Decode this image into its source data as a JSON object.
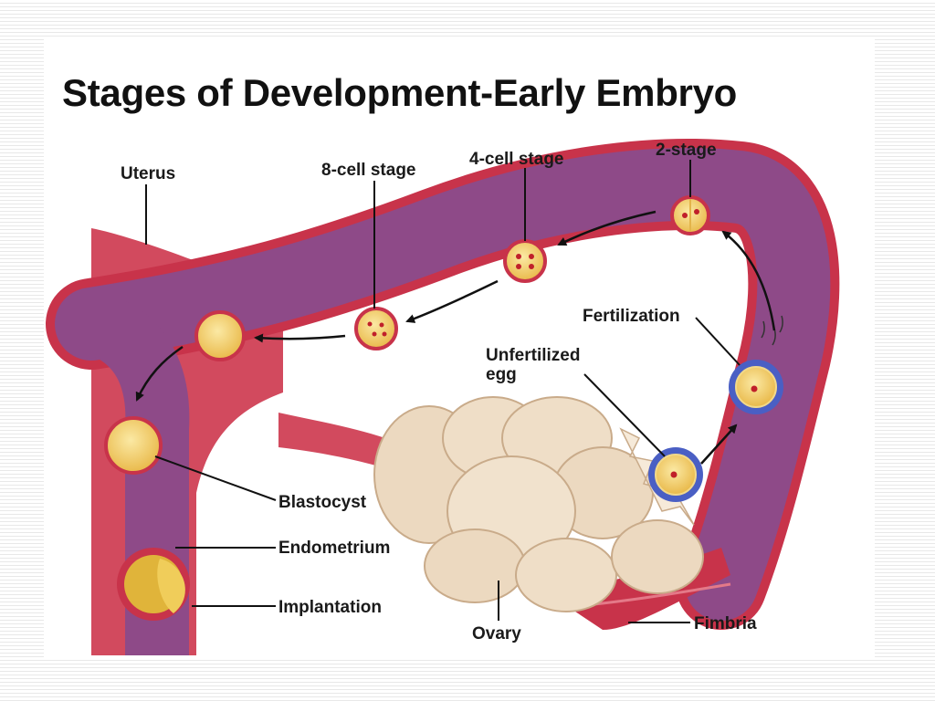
{
  "title": "Stages of Development-Early Embryo",
  "labels": {
    "uterus": "Uterus",
    "eight_cell": "8-cell stage",
    "four_cell": "4-cell stage",
    "two_stage": "2-stage",
    "fertilization": "Fertilization",
    "unfertilized_line1": "Unfertilized",
    "unfertilized_line2": "egg",
    "blastocyst": "Blastocyst",
    "endometrium": "Endometrium",
    "implantation": "Implantation",
    "ovary": "Ovary",
    "fimbria": "Fimbria"
  },
  "colors": {
    "tube_wall": "#c8334a",
    "tube_lumen": "#8e4a88",
    "uterus_tissue": "#d9485f",
    "ovary": "#ecd9c0",
    "cell": "#f4d36b",
    "nucleus": "#c0202a",
    "sperm_halo": "#4a5fc4"
  }
}
